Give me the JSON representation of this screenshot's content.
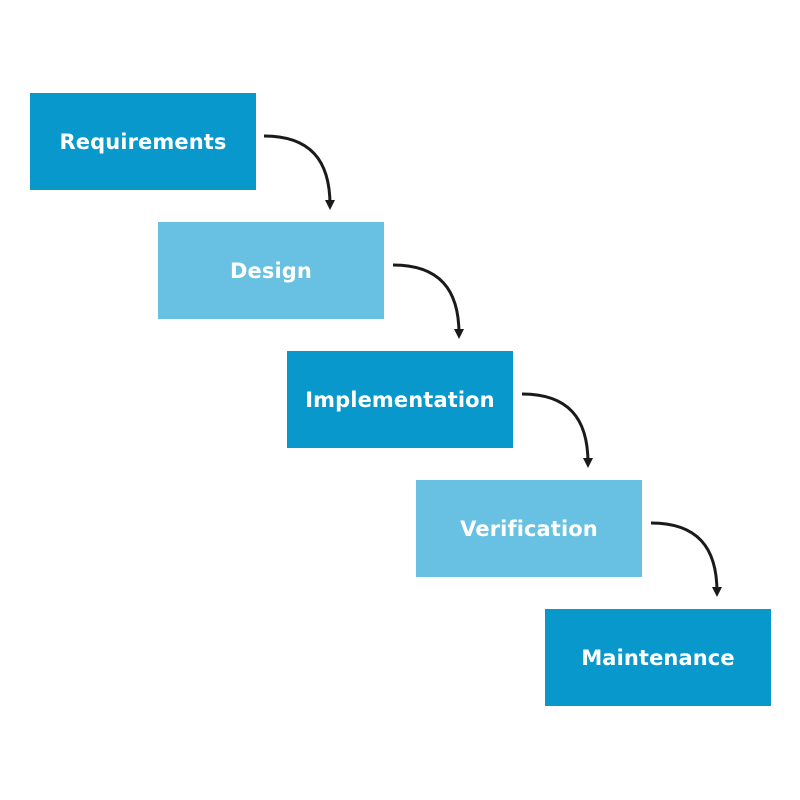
{
  "steps": [
    {
      "label": "Requirements",
      "color": "#0898cc"
    },
    {
      "label": "Design",
      "color": "#68c1e2"
    },
    {
      "label": "Implementation",
      "color": "#0898cc"
    },
    {
      "label": "Verification",
      "color": "#68c1e2"
    },
    {
      "label": "Maintenance",
      "color": "#0898cc"
    }
  ],
  "arrow_color": "#1a1a1a"
}
